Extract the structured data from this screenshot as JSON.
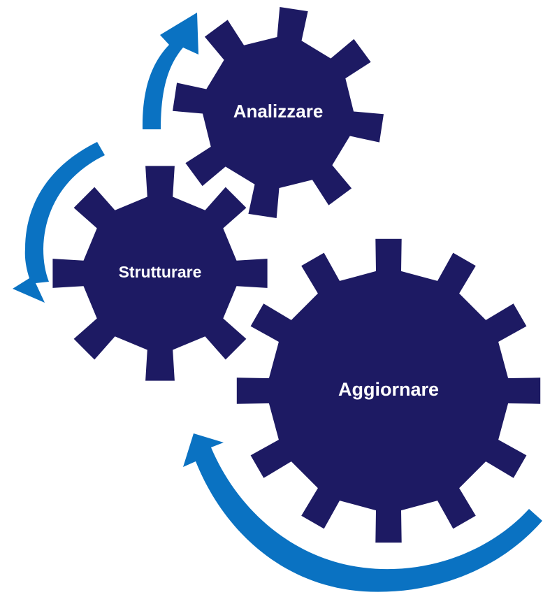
{
  "gears": [
    {
      "id": "analizzare",
      "label": "Analizzare"
    },
    {
      "id": "strutturare",
      "label": "Strutturare"
    },
    {
      "id": "aggiornare",
      "label": "Aggiornare"
    }
  ],
  "colors": {
    "gear": "#1d1a63",
    "arrow": "#0a72c2",
    "label": "#ffffff",
    "background": "#ffffff"
  }
}
